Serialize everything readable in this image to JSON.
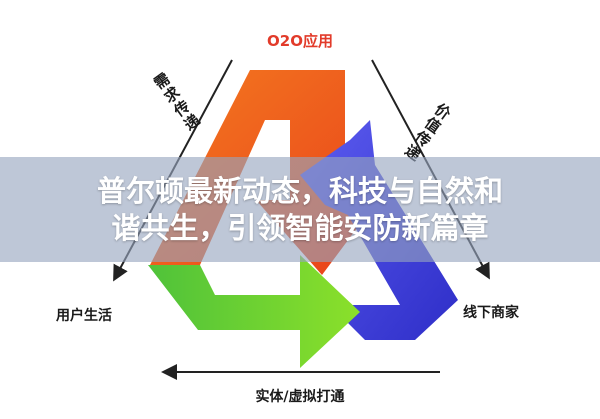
{
  "diagram": {
    "top_label": "O2O应用",
    "left_label": "用户生活",
    "right_label": "线下商家",
    "bottom_label": "实体/虚拟打通",
    "left_side_caption": [
      "需",
      "求",
      "传",
      "递"
    ],
    "right_side_caption": [
      "价",
      "值",
      "传",
      "递"
    ],
    "colors": {
      "orange": "#f26b1d",
      "green": "#5ecb2c",
      "blue": "#4a4adf",
      "top_label": "#e23b2a"
    }
  },
  "banner": {
    "line1": "普尔顿最新动态，科技与自然和",
    "line2": "谐共生，引领智能安防新篇章"
  }
}
